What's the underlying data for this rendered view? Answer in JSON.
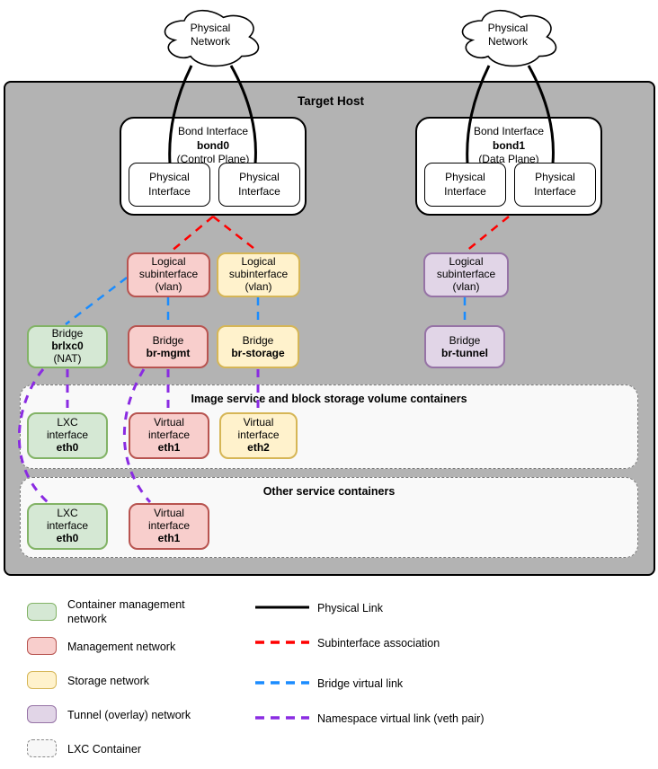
{
  "diagram": {
    "host_label": "Target Host",
    "clouds": [
      {
        "lines": [
          "Physical",
          "Network"
        ]
      },
      {
        "lines": [
          "Physical",
          "Network"
        ]
      }
    ],
    "bonds": [
      {
        "title": "Bond Interface",
        "device": "bond0",
        "plane": "(Control Plane)",
        "interfaces": [
          [
            "Physical",
            "Interface"
          ],
          [
            "Physical",
            "Interface"
          ]
        ]
      },
      {
        "title": "Bond Interface",
        "device": "bond1",
        "plane": "(Data Plane)",
        "interfaces": [
          [
            "Physical",
            "Interface"
          ],
          [
            "Physical",
            "Interface"
          ]
        ]
      }
    ],
    "subinterfaces": [
      {
        "lines": [
          "Logical",
          "subinterface",
          "(vlan)"
        ],
        "network": "management"
      },
      {
        "lines": [
          "Logical",
          "subinterface",
          "(vlan)"
        ],
        "network": "storage"
      },
      {
        "lines": [
          "Logical",
          "subinterface",
          "(vlan)"
        ],
        "network": "tunnel"
      }
    ],
    "bridges": [
      {
        "title": "Bridge",
        "device": "brlxc0",
        "note": "(NAT)",
        "network": "container"
      },
      {
        "title": "Bridge",
        "device": "br-mgmt",
        "network": "management"
      },
      {
        "title": "Bridge",
        "device": "br-storage",
        "network": "storage"
      },
      {
        "title": "Bridge",
        "device": "br-tunnel",
        "network": "tunnel"
      }
    ],
    "container_groups": [
      {
        "title": "Image service and block storage volume containers",
        "interfaces": [
          {
            "type": "LXC",
            "label": "interface",
            "device": "eth0",
            "network": "container"
          },
          {
            "type": "Virtual",
            "label": "interface",
            "device": "eth1",
            "network": "management"
          },
          {
            "type": "Virtual",
            "label": "interface",
            "device": "eth2",
            "network": "storage"
          }
        ]
      },
      {
        "title": "Other service containers",
        "interfaces": [
          {
            "type": "LXC",
            "label": "interface",
            "device": "eth0",
            "network": "container"
          },
          {
            "type": "Virtual",
            "label": "interface",
            "device": "eth1",
            "network": "management"
          }
        ]
      }
    ]
  },
  "legend": {
    "swatches": [
      {
        "label": "Container management network",
        "network": "container"
      },
      {
        "label": "Management network",
        "network": "management"
      },
      {
        "label": "Storage network",
        "network": "storage"
      },
      {
        "label": "Tunnel (overlay) network",
        "network": "tunnel"
      },
      {
        "label": "LXC Container",
        "network": "lxc_container"
      }
    ],
    "lines": [
      {
        "label": "Physical Link",
        "style": "solid",
        "color": "#000000"
      },
      {
        "label": "Subinterface association",
        "style": "dashed",
        "color": "#ff0000"
      },
      {
        "label": "Bridge virtual link",
        "style": "dashed",
        "color": "#1a8cff"
      },
      {
        "label": "Namespace virtual link (veth pair)",
        "style": "dashed",
        "color": "#8a2be2"
      }
    ]
  },
  "colors": {
    "container": {
      "fill": "#d5e8d4",
      "stroke": "#82b366"
    },
    "management": {
      "fill": "#f8cecc",
      "stroke": "#b85450"
    },
    "storage": {
      "fill": "#fff2cc",
      "stroke": "#d6b656"
    },
    "tunnel": {
      "fill": "#e1d5e7",
      "stroke": "#9673a6"
    },
    "lxc_container": {
      "fill": "#f7f7f7",
      "stroke": "#8a8a8a"
    },
    "host_fill": "#b3b3b3",
    "link_physical": "#000000",
    "link_subinterface": "#ff0000",
    "link_bridge": "#1a8cff",
    "link_namespace": "#8a2be2"
  }
}
